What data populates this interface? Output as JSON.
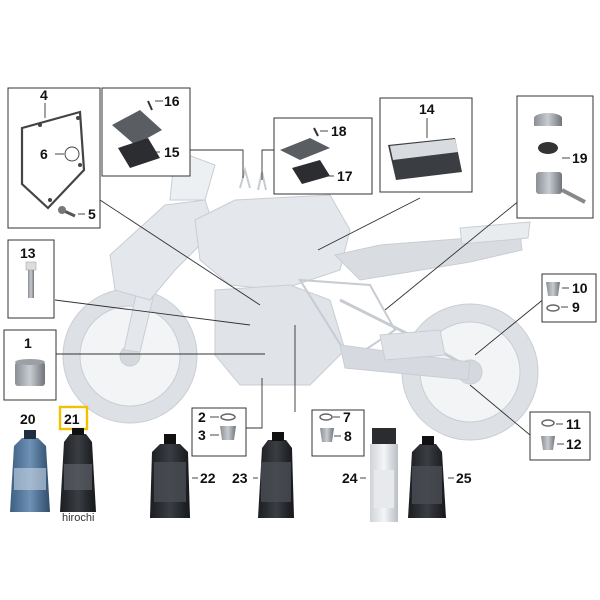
{
  "parts": {
    "p1": "1",
    "p2": "2",
    "p3": "3",
    "p4": "4",
    "p5": "5",
    "p6": "6",
    "p7": "7",
    "p8": "8",
    "p9": "9",
    "p10": "10",
    "p11": "11",
    "p12": "12",
    "p13": "13",
    "p14": "14",
    "p15": "15",
    "p16": "16",
    "p17": "17",
    "p18": "18",
    "p19": "19",
    "p20": "20",
    "p21": "21",
    "p22": "22",
    "p23": "23",
    "p24": "24",
    "p25": "25"
  },
  "highlighted_part": "21",
  "colors": {
    "highlight": "#f2c200",
    "bike": "#e3e6ea",
    "line": "#333333"
  },
  "watermark": "hirochi"
}
